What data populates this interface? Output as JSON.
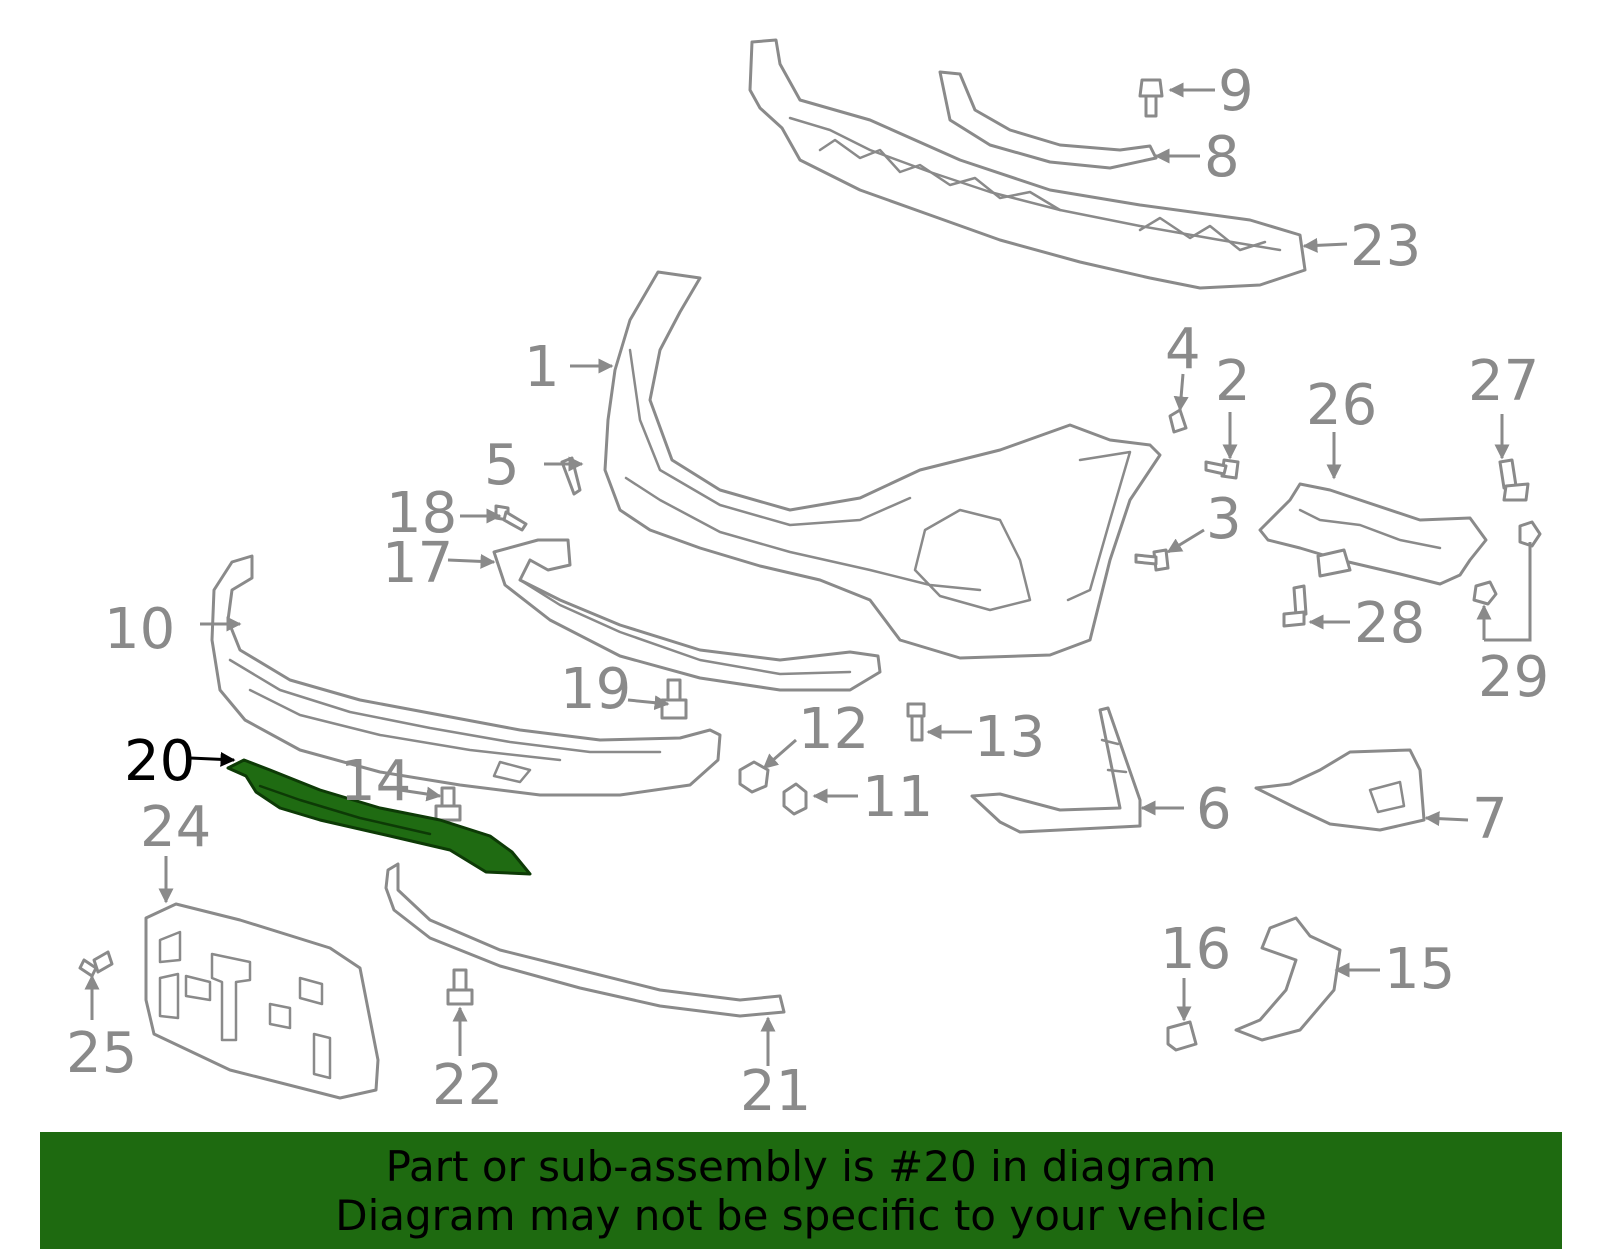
{
  "diagram": {
    "highlighted_part": "20",
    "callouts": [
      "1",
      "2",
      "3",
      "4",
      "5",
      "6",
      "7",
      "8",
      "9",
      "10",
      "11",
      "12",
      "13",
      "14",
      "15",
      "16",
      "17",
      "18",
      "19",
      "20",
      "21",
      "22",
      "23",
      "24",
      "25",
      "26",
      "27",
      "28",
      "29"
    ]
  },
  "banner": {
    "line1": "Part or sub-assembly is #20 in diagram",
    "line2": "Diagram may not be specific to your vehicle"
  },
  "colors": {
    "highlight": "#1f6b12",
    "banner": "#1e6a10",
    "line": "#8a8a8a"
  }
}
